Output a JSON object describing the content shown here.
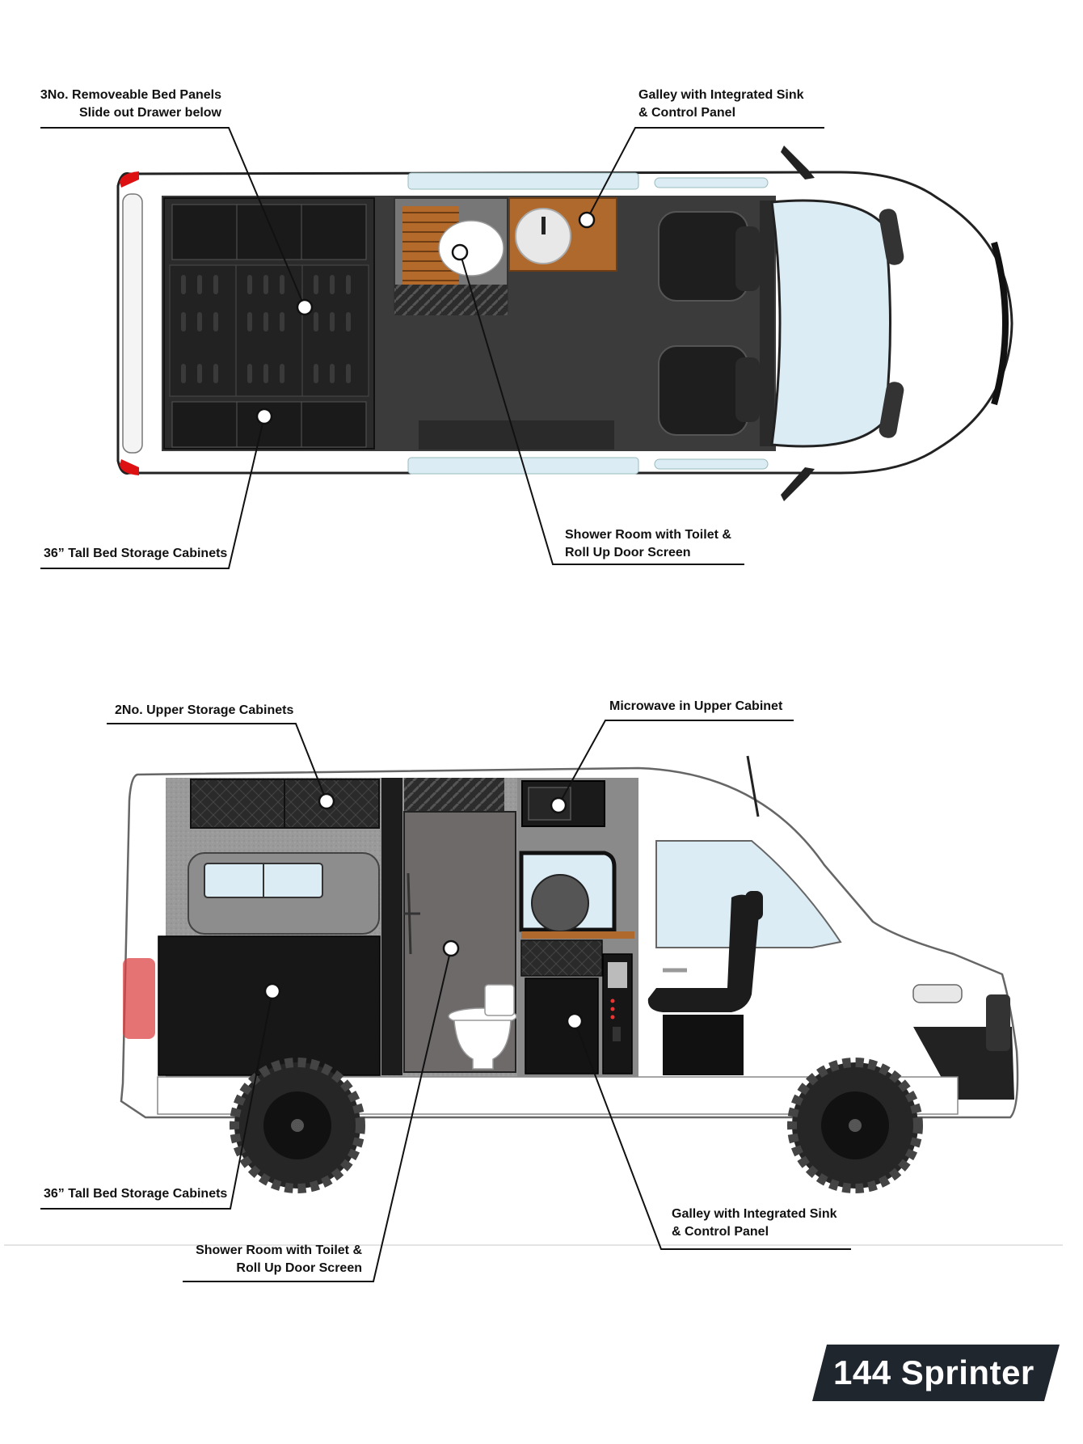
{
  "labels": {
    "top_bed_panels": {
      "line1": "3No. Removeable Bed Panels",
      "line2": "Slide out Drawer below"
    },
    "top_galley": {
      "line1": "Galley with Integrated Sink",
      "line2": "& Control Panel"
    },
    "top_storage": {
      "line1": "36” Tall Bed Storage Cabinets"
    },
    "top_shower": {
      "line1": "Shower Room with Toilet &",
      "line2": "Roll Up Door Screen"
    },
    "side_upper_cabinets": {
      "line1": "2No. Upper Storage Cabinets"
    },
    "side_microwave": {
      "line1": "Microwave in Upper Cabinet"
    },
    "side_storage": {
      "line1": "36” Tall Bed Storage Cabinets"
    },
    "side_galley": {
      "line1": "Galley with Integrated Sink",
      "line2": "& Control Panel"
    },
    "side_shower": {
      "line1": "Shower Room with Toilet &",
      "line2": "Roll Up Door Screen"
    }
  },
  "badge": {
    "text": "144 Sprinter",
    "background": "#1f262e",
    "color": "#ffffff"
  },
  "colors": {
    "van_body": "#ffffff",
    "van_outline": "#222222",
    "floor": "#3a3a3a",
    "cabinet": "#1b1b1b",
    "wood": "#b0692c",
    "glass": "#dcecf5",
    "panel_grey": "#8c8c8c"
  }
}
